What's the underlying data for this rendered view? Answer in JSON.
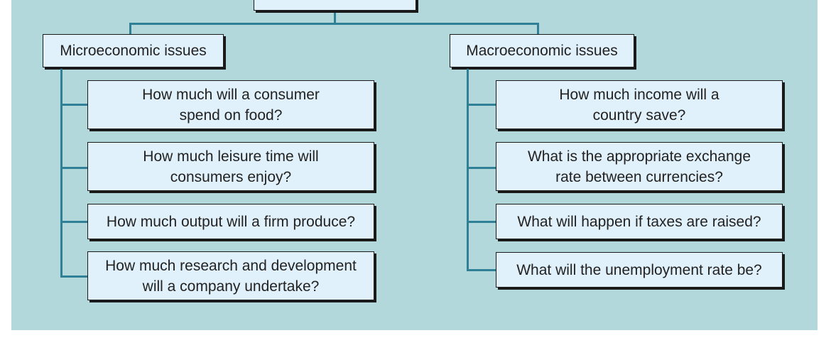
{
  "diagram": {
    "top_box_label": "",
    "left_branch": {
      "title": "Microeconomic issues",
      "items": [
        "How much will a consumer\nspend on food?",
        "How much leisure time will\nconsumers enjoy?",
        "How much output will a firm produce?",
        "How much research and development\nwill a company undertake?"
      ]
    },
    "right_branch": {
      "title": "Macroeconomic issues",
      "items": [
        "How much income will a\ncountry save?",
        "What is the appropriate exchange\nrate between currencies?",
        "What will happen if taxes are raised?",
        "What will the unemployment rate be?"
      ]
    }
  }
}
